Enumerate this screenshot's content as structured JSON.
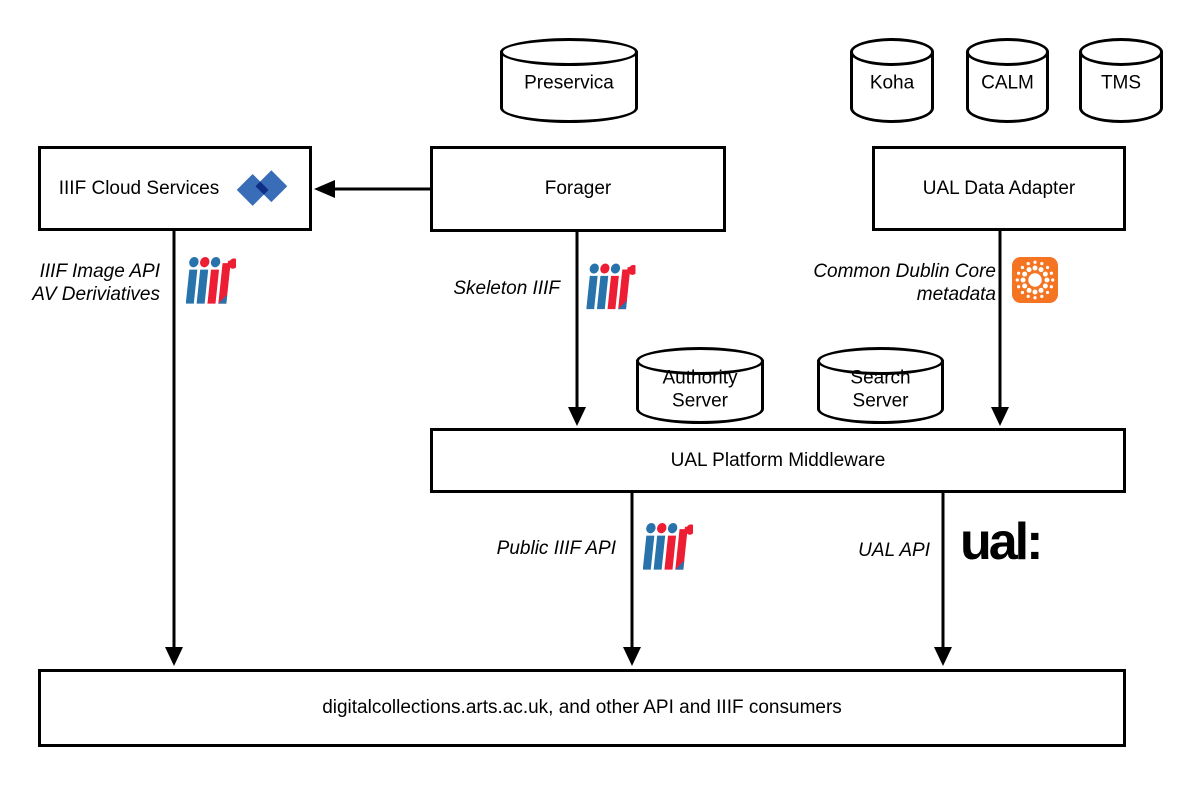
{
  "nodes": {
    "preservica": {
      "label": "Preservica"
    },
    "koha": {
      "label": "Koha"
    },
    "calm": {
      "label": "CALM"
    },
    "tms": {
      "label": "TMS"
    },
    "iiif_cloud": {
      "label": "IIIF Cloud Services"
    },
    "forager": {
      "label": "Forager"
    },
    "adapter": {
      "label": "UAL Data Adapter"
    },
    "authority": {
      "line1": "Authority",
      "line2": "Server"
    },
    "search": {
      "line1": "Search",
      "line2": "Server"
    },
    "middleware": {
      "label": "UAL Platform Middleware"
    },
    "consumers": {
      "label": "digitalcollections.arts.ac.uk, and other API and IIIF consumers"
    }
  },
  "annotations": {
    "cloud_api": {
      "line1": "IIIF Image API",
      "line2": "AV Deriviatives"
    },
    "skeleton": {
      "label": "Skeleton IIIF"
    },
    "dublin_core": {
      "line1": "Common Dublin Core",
      "line2": "metadata"
    },
    "public_api": {
      "label": "Public IIIF API"
    },
    "ual_api": {
      "label": "UAL API"
    },
    "ual_logo_text": "ual:"
  },
  "icons": {
    "iiif_logo": {
      "name": "iiif-logo",
      "blue": "#2873AB",
      "red": "#ED1D33"
    },
    "dublin_core_icon": {
      "name": "dublin-core-icon",
      "orange": "#F47421",
      "dots": "#FFFFFF"
    },
    "dlcs_diamonds_icon": {
      "name": "dlcs-diamonds-icon",
      "blue": "#3A6DB8"
    }
  },
  "edges": [
    {
      "from": "forager",
      "to": "iiif_cloud",
      "label": ""
    },
    {
      "from": "iiif_cloud",
      "to": "consumers",
      "label": "IIIF Image API / AV Deriviatives"
    },
    {
      "from": "forager",
      "to": "middleware",
      "label": "Skeleton IIIF"
    },
    {
      "from": "adapter",
      "to": "middleware",
      "label": "Common Dublin Core metadata"
    },
    {
      "from": "middleware",
      "to": "consumers",
      "label": "Public IIIF API"
    },
    {
      "from": "middleware",
      "to": "consumers",
      "label": "UAL API"
    }
  ],
  "colors": {
    "line": "#000000",
    "background": "#FFFFFF"
  }
}
